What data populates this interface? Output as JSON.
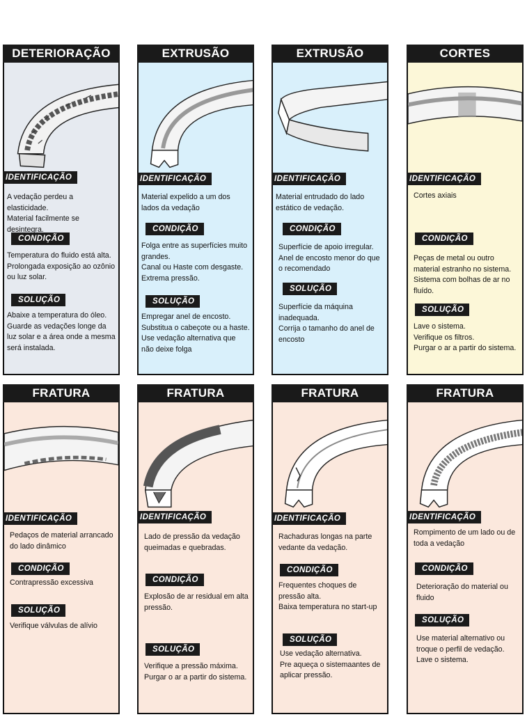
{
  "colors": {
    "grey": "#e6eaf0",
    "blue": "#d9f0fb",
    "yellow": "#fcf7d8",
    "peach": "#fbe8dd",
    "dark": "#1a1a1a"
  },
  "labels": {
    "identificacao": "IDENTIFICAÇÃO",
    "condicao": "CONDIÇÃO",
    "solucao": "SOLUÇÃO"
  },
  "cards": [
    {
      "title": "DETERIORAÇÃO",
      "identificacao": [
        "A vedação perdeu a elasticidade.",
        "Material facilmente se desintegra."
      ],
      "condicao": [
        "Temperatura do fluido está alta.",
        "Prolongada exposição ao ozônio ou luz solar."
      ],
      "solucao": [
        "Abaixe a temperatura do óleo.",
        "Guarde as vedações longe da luz solar e a área onde a mesma será instalada."
      ]
    },
    {
      "title": "EXTRUSÃO",
      "identificacao": [
        "Material expelido a um dos lados da vedação"
      ],
      "condicao": [
        "Folga entre as superfícies muito grandes.",
        "Canal ou Haste com desgaste.",
        "Extrema pressão."
      ],
      "solucao": [
        "Empregar anel de encosto.",
        "Substitua o cabeçote ou a haste.",
        "Use vedação alternativa que não deixe folga"
      ]
    },
    {
      "title": "EXTRUSÃO",
      "identificacao": [
        "Material entrudado do lado estático de vedação."
      ],
      "condicao": [
        "Superfície de apoio irregular.",
        "Anel de encosto menor  do que o recomendado"
      ],
      "solucao": [
        "Superfície da máquina inadequada.",
        "Corrija o tamanho do anel de encosto"
      ]
    },
    {
      "title": "CORTES",
      "identificacao": [
        "Cortes axiais"
      ],
      "condicao": [
        "Peças de metal ou outro material estranho no sistema.",
        "Sistema com bolhas de ar no fluído."
      ],
      "solucao": [
        "Lave o sistema.",
        "Verifique os filtros.",
        "Purgar o ar a partir do sistema."
      ]
    },
    {
      "title": "FRATURA",
      "identificacao": [
        "Pedaços de material arrancado do lado dinâmico"
      ],
      "condicao": [
        "Contrapressão excessiva"
      ],
      "solucao": [
        "Verifique válvulas de alívio"
      ]
    },
    {
      "title": "FRATURA",
      "identificacao": [
        "Lado de pressão da vedação queimadas e quebradas."
      ],
      "condicao": [
        "Explosão de ar residual em alta pressão."
      ],
      "solucao": [
        "Verifique a pressão máxima.",
        "Purgar o ar a partir do sistema."
      ]
    },
    {
      "title": "FRATURA",
      "identificacao": [
        "Rachaduras longas na parte vedante da vedação."
      ],
      "condicao": [
        "Frequentes choques de pressão alta.",
        "Baixa temperatura no start-up"
      ],
      "solucao": [
        "Use vedação alternativa.",
        "Pre aqueça o sistemaantes de aplicar pressão."
      ]
    },
    {
      "title": "FRATURA",
      "identificacao": [
        "Rompimento de um lado ou de toda a vedação"
      ],
      "condicao": [
        "Deterioração do material ou fluido"
      ],
      "solucao": [
        "Use material alternativo ou troque o perfil de vedação.",
        "Lave o sistema."
      ]
    }
  ]
}
